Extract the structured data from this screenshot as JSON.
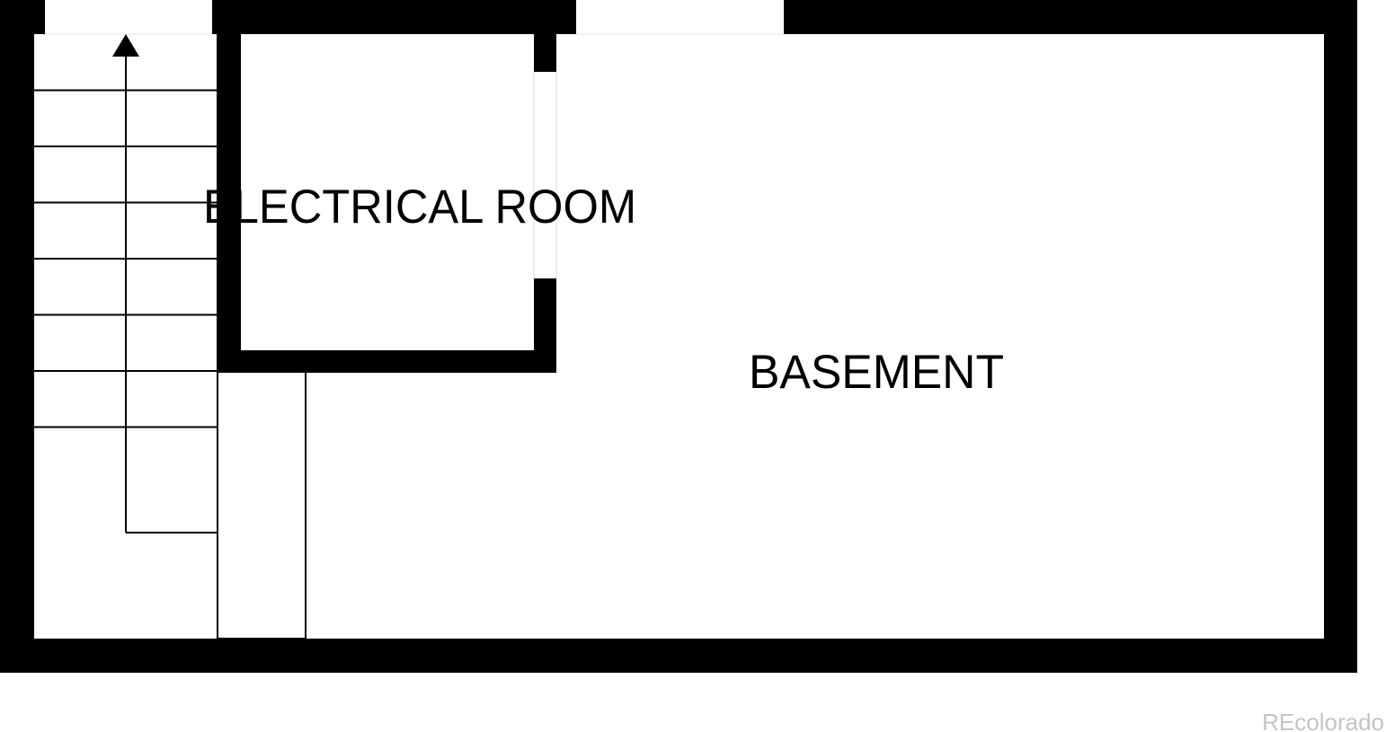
{
  "floor_plan": {
    "rooms": [
      {
        "id": "electrical-room",
        "label": "ELECTRICAL ROOM"
      },
      {
        "id": "basement",
        "label": "BASEMENT"
      }
    ],
    "stairs": {
      "direction": "up",
      "treads": 9
    },
    "watermark": "REcolorado",
    "colors": {
      "wall": "#000000",
      "background": "#ffffff",
      "watermark": "#c4c4c4"
    }
  }
}
